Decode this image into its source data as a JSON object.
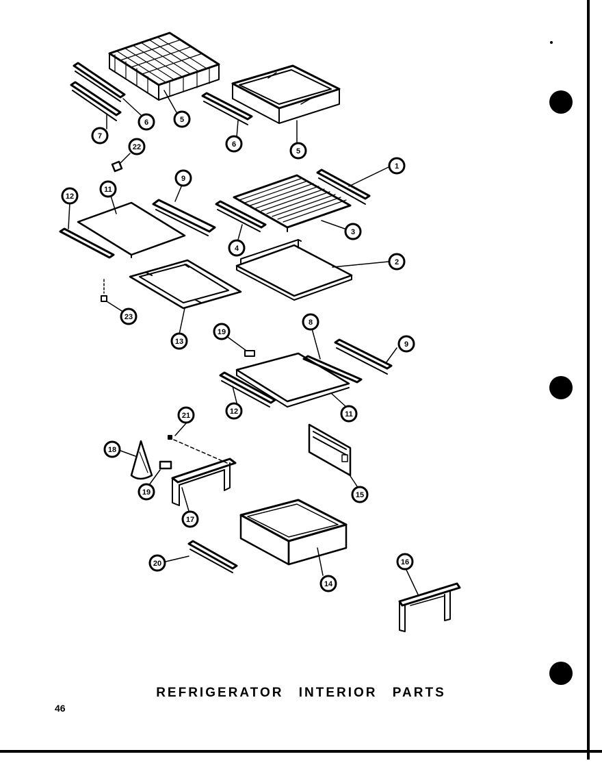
{
  "title": "REFRIGERATOR INTERIOR PARTS",
  "page_number": "46",
  "callouts": [
    {
      "id": "c-6a",
      "label": "6"
    },
    {
      "id": "c-5a",
      "label": "5"
    },
    {
      "id": "c-7",
      "label": "7"
    },
    {
      "id": "c-6b",
      "label": "6"
    },
    {
      "id": "c-5b",
      "label": "5"
    },
    {
      "id": "c-22",
      "label": "22"
    },
    {
      "id": "c-1",
      "label": "1"
    },
    {
      "id": "c-12a",
      "label": "12"
    },
    {
      "id": "c-11a",
      "label": "11"
    },
    {
      "id": "c-9a",
      "label": "9"
    },
    {
      "id": "c-3",
      "label": "3"
    },
    {
      "id": "c-4",
      "label": "4"
    },
    {
      "id": "c-2",
      "label": "2"
    },
    {
      "id": "c-23",
      "label": "23"
    },
    {
      "id": "c-13",
      "label": "13"
    },
    {
      "id": "c-19a",
      "label": "19"
    },
    {
      "id": "c-8",
      "label": "8"
    },
    {
      "id": "c-9b",
      "label": "9"
    },
    {
      "id": "c-12b",
      "label": "12"
    },
    {
      "id": "c-11b",
      "label": "11"
    },
    {
      "id": "c-21",
      "label": "21"
    },
    {
      "id": "c-18",
      "label": "18"
    },
    {
      "id": "c-19b",
      "label": "19"
    },
    {
      "id": "c-17",
      "label": "17"
    },
    {
      "id": "c-15",
      "label": "15"
    },
    {
      "id": "c-20",
      "label": "20"
    },
    {
      "id": "c-14",
      "label": "14"
    },
    {
      "id": "c-16",
      "label": "16"
    }
  ]
}
